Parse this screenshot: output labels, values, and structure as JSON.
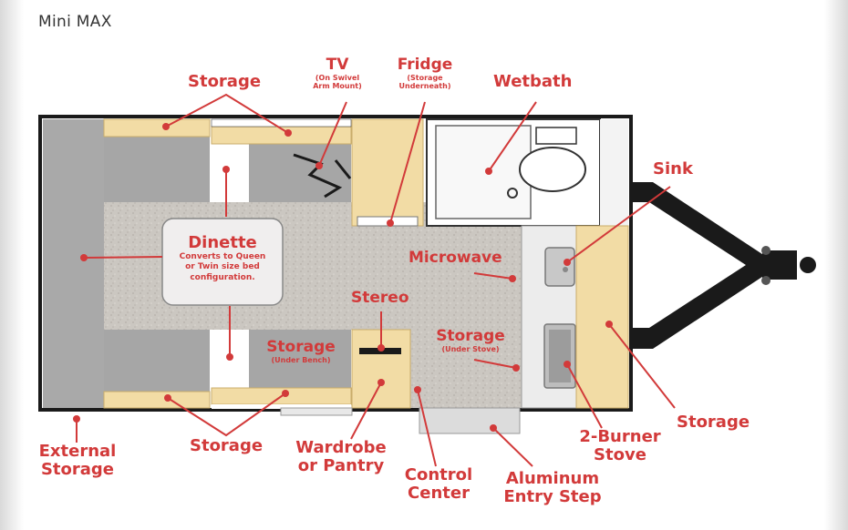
{
  "title": "Mini MAX",
  "labels": {
    "storage_top": "Storage",
    "tv": "TV",
    "tv_sub1": "(On Swivel",
    "tv_sub2": "Arm Mount)",
    "fridge": "Fridge",
    "fridge_sub1": "(Storage",
    "fridge_sub2": "Underneath)",
    "wetbath": "Wetbath",
    "sink": "Sink",
    "dinette": "Dinette",
    "dinette_sub1": "Converts to Queen",
    "dinette_sub2": "or Twin size bed",
    "dinette_sub3": "configuration.",
    "microwave": "Microwave",
    "stereo": "Stereo",
    "storage_bench": "Storage",
    "storage_bench_sub": "(Under Bench)",
    "storage_stove": "Storage",
    "storage_stove_sub": "(Under Stove)",
    "external_storage_1": "External",
    "external_storage_2": "Storage",
    "storage_bottom": "Storage",
    "wardrobe_1": "Wardrobe",
    "wardrobe_2": "or Pantry",
    "control_1": "Control",
    "control_2": "Center",
    "step_1": "Aluminum",
    "step_2": "Entry Step",
    "stove_1": "2-Burner",
    "stove_2": "Stove",
    "storage_right": "Storage"
  },
  "colors": {
    "label_red": "#d23a3a",
    "wood": "#f2dca5",
    "cushion": "#a8a8a8",
    "floor": "#c9c5bf",
    "outline": "#1a1a1a"
  }
}
